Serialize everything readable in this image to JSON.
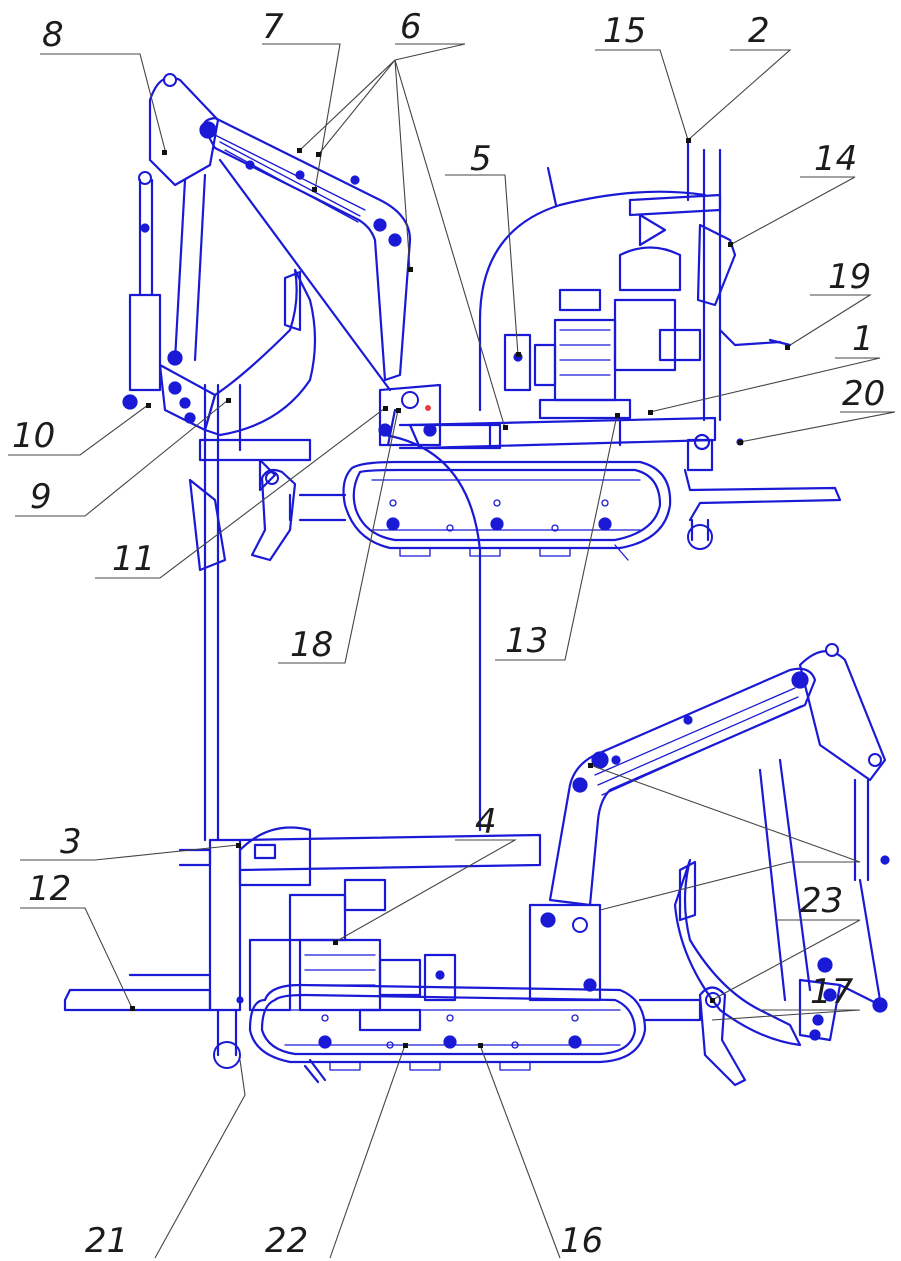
{
  "callouts": [
    "1",
    "2",
    "3",
    "4",
    "5",
    "6",
    "7",
    "8",
    "9",
    "10",
    "11",
    "12",
    "13",
    "14",
    "15",
    "16",
    "17",
    "18",
    "19",
    "20",
    "21",
    "22",
    "23"
  ],
  "colors": {
    "ink": "#1a1ad6",
    "leader": "#444444",
    "label": "#1c1c1c"
  }
}
